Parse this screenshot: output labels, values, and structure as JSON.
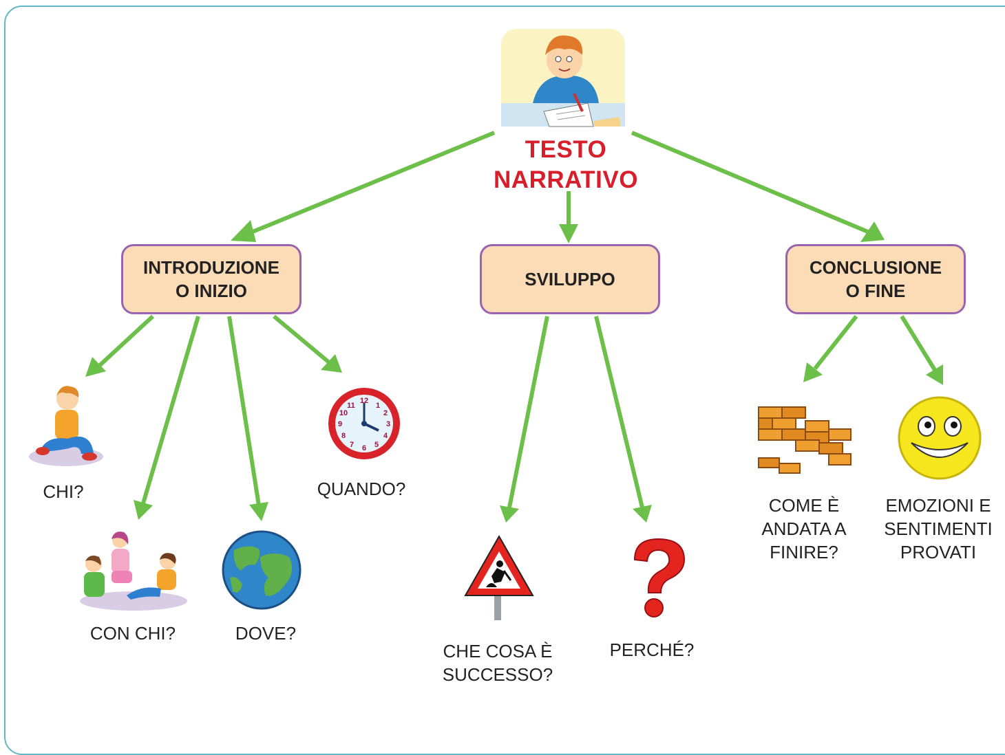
{
  "title": {
    "line1": "TESTO",
    "line2": "NARRATIVO"
  },
  "branches": [
    {
      "label": "INTRODUZIONE\nO INIZIO"
    },
    {
      "label": "SVILUPPO"
    },
    {
      "label": "CONCLUSIONE\nO FINE"
    }
  ],
  "leaves": {
    "chi": "CHI?",
    "con_chi": "CON CHI?",
    "dove": "DOVE?",
    "quando": "QUANDO?",
    "che_cosa": "CHE COSA È\nSUCCESSO?",
    "perche": "PERCHÉ?",
    "come": "COME È\nANDATA A\nFINIRE?",
    "emozioni": "EMOZIONI E\nSENTIMENTI\nPROVATI"
  },
  "colors": {
    "arrow": "#6cc04a",
    "title": "#d81e2a",
    "box_fill": "#fcdcb6",
    "box_border": "#9a63b2",
    "frame": "#5fb8c4"
  },
  "icons": [
    "writing-boy-icon",
    "sitting-child-icon",
    "children-group-icon",
    "globe-icon",
    "clock-icon",
    "road-work-sign-icon",
    "question-mark-icon",
    "brick-wall-icon",
    "smiley-face-icon"
  ]
}
